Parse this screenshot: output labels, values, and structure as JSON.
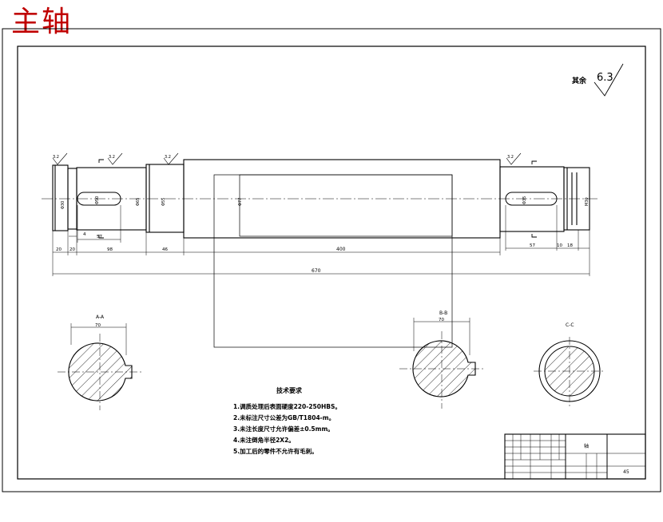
{
  "title": "主轴",
  "roughness": {
    "label": "其余",
    "value": "6.3"
  },
  "dimensions": {
    "overall": "670",
    "mid": "400",
    "segments": [
      "20",
      "20",
      "98",
      "46",
      "57",
      "10",
      "18"
    ],
    "keyway": [
      "4",
      "57"
    ],
    "diameters": [
      "Φ30",
      "Φ50",
      "Φ65",
      "Φ55",
      "Φ77",
      "Φ35",
      "M30"
    ],
    "section_width": "70"
  },
  "surface_marks": [
    "3.2",
    "3.2",
    "3.2",
    "3.2"
  ],
  "sections": [
    "A-A",
    "B-B",
    "C-C"
  ],
  "tech_requirements": {
    "heading": "技术要求",
    "items": [
      "1.调质处理后表面硬度220-250HBS。",
      "2.未标注尺寸公差为GB/T1804-m。",
      "3.未注长度尺寸允许偏差±0.5mm。",
      "4.未注倒角半径2X2。",
      "5.加工后的零件不允许有毛刺。"
    ]
  },
  "title_block": {
    "part_name": "轴",
    "material": "45"
  }
}
